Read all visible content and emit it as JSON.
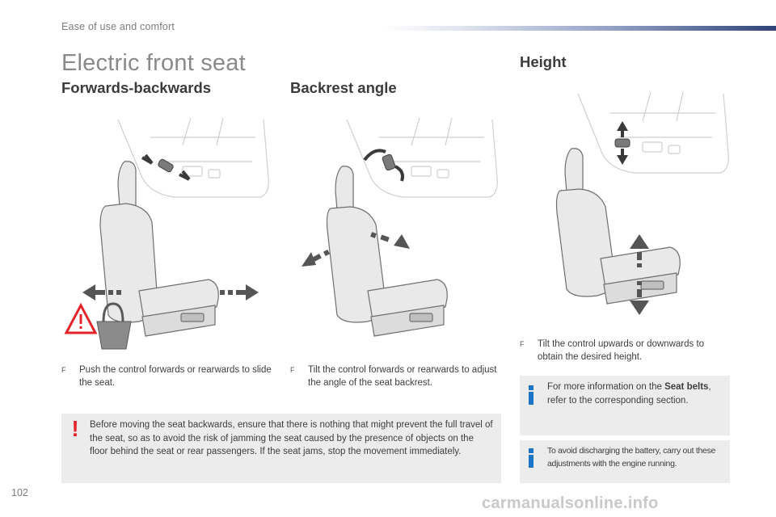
{
  "header": {
    "section": "Ease of use and comfort"
  },
  "page_title": "Electric front seat",
  "sections": {
    "forwards": {
      "heading": "Forwards-backwards",
      "bullet": "Push the control forwards or rearwards to slide the seat."
    },
    "backrest": {
      "heading": "Backrest angle",
      "bullet": "Tilt the control forwards or rearwards to adjust the angle of the seat backrest."
    },
    "height": {
      "heading": "Height",
      "bullet": "Tilt the control upwards or downwards to obtain the desired height."
    }
  },
  "bullet_mark": "F",
  "warning": {
    "icon": "!",
    "text": "Before moving the seat backwards, ensure that there is nothing that might prevent the full travel of the seat, so as to avoid the risk of jamming the seat caused by the presence of objects on the floor behind the seat or rear passengers. If the seat jams, stop the movement immediately."
  },
  "info1": {
    "prefix": "For more information on the ",
    "bold": "Seat belts",
    "suffix": ", refer to the corresponding section."
  },
  "info2": {
    "text": "To avoid discharging the battery, carry out these adjustments with the engine running."
  },
  "page_number": "102",
  "watermark": "carmanualsonline.info",
  "colors": {
    "warning_red": "#e3252b",
    "info_blue": "#1c74c8",
    "box_grey": "#ececec",
    "header_navy": "#2f4379"
  }
}
